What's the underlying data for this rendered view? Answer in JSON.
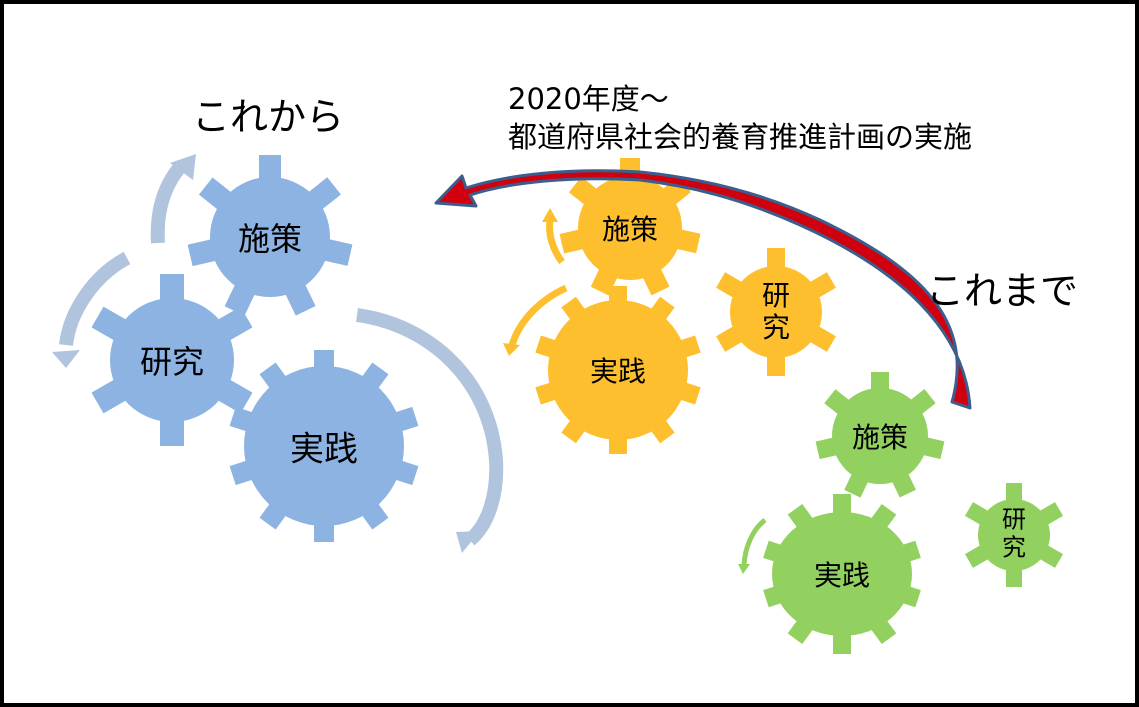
{
  "headings": {
    "future": "これから",
    "past": "これまで"
  },
  "caption": {
    "line1": "2020年度～",
    "line2": "都道府県社会的養育推進計画の実施"
  },
  "colors": {
    "blue_gear": "#8DB3E2",
    "blue_arrow": "#B0C4DE",
    "orange_gear": "#FDBF2D",
    "green_gear": "#92D060",
    "red_arrow": "#D0000F",
    "red_arrow_outline": "#3B5E8C",
    "border": "#000000"
  },
  "groups": {
    "future": {
      "gears": [
        {
          "label": "施策"
        },
        {
          "label": "研究"
        },
        {
          "label": "実践"
        }
      ]
    },
    "past_orange": {
      "gears": [
        {
          "label": "施策"
        },
        {
          "label": "研究",
          "vertical_top": "研",
          "vertical_bottom": "究"
        },
        {
          "label": "実践"
        }
      ]
    },
    "past_green": {
      "gears": [
        {
          "label": "施策"
        },
        {
          "label": "研究",
          "vertical_top": "研",
          "vertical_bottom": "究"
        },
        {
          "label": "実践"
        }
      ]
    }
  }
}
